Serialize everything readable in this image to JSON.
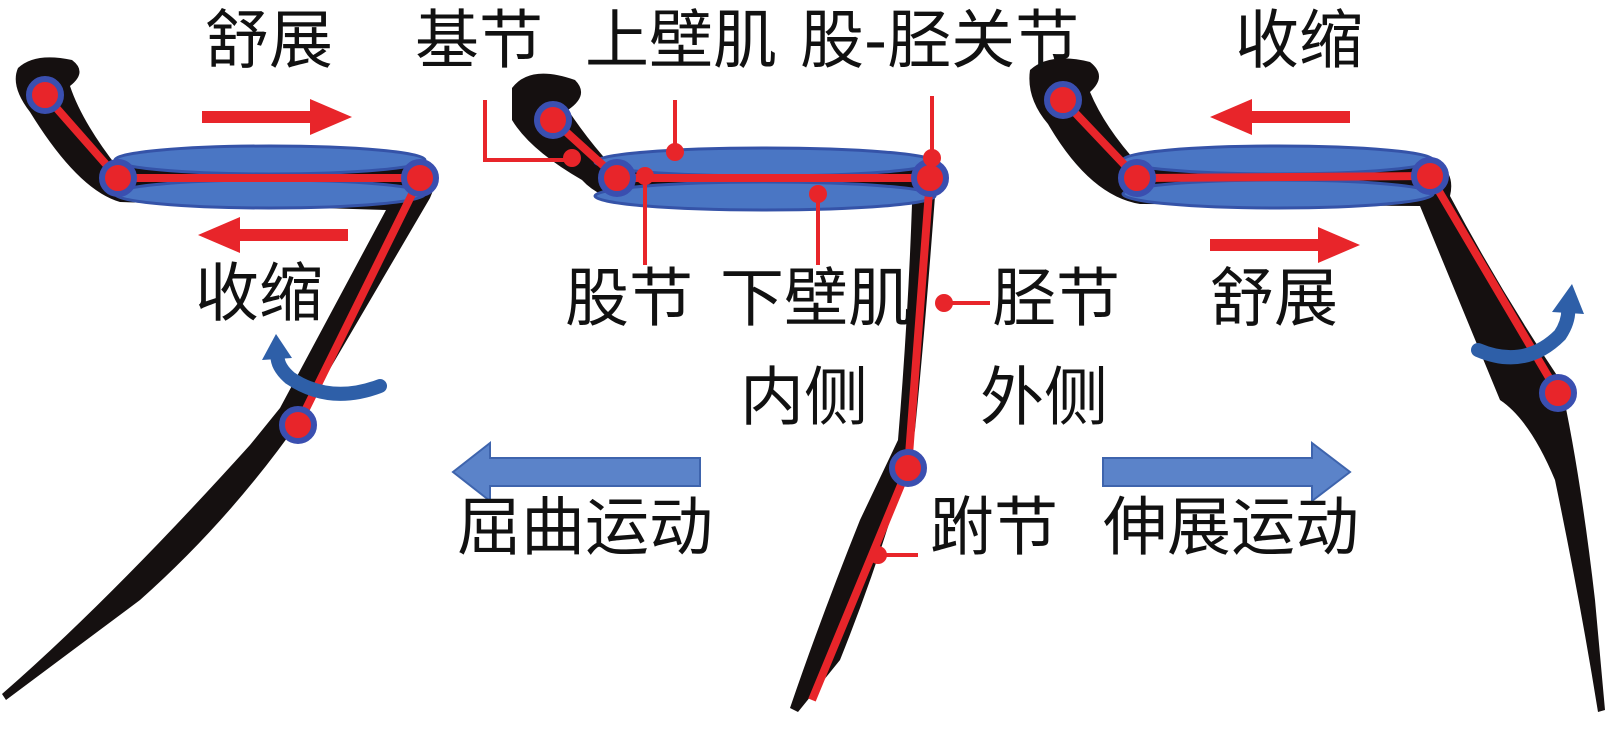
{
  "labels": {
    "stretch_left": "舒展",
    "contract_left": "收缩",
    "coxa": "基节",
    "upper_muscle": "上壁肌",
    "femur_tibia_joint": "股-胫关节",
    "contract_right": "收缩",
    "femur": "股节",
    "lower_muscle": "下壁肌",
    "tibia": "胫节",
    "stretch_right": "舒展",
    "inner_side": "内侧",
    "outer_side": "外侧",
    "flexion": "屈曲运动",
    "tarsus": "跗节",
    "extension": "伸展运动"
  },
  "colors": {
    "limb": "#151010",
    "skeleton": "#e8252a",
    "muscle": "#4a76c4",
    "muscle_outline": "#3553a8",
    "joint_ring": "#3a4fb0",
    "leader": "#e8252a",
    "motion_arrow": "#5b83c9",
    "motion_arrow_outline": "#3e64ad",
    "label": "#111111"
  }
}
